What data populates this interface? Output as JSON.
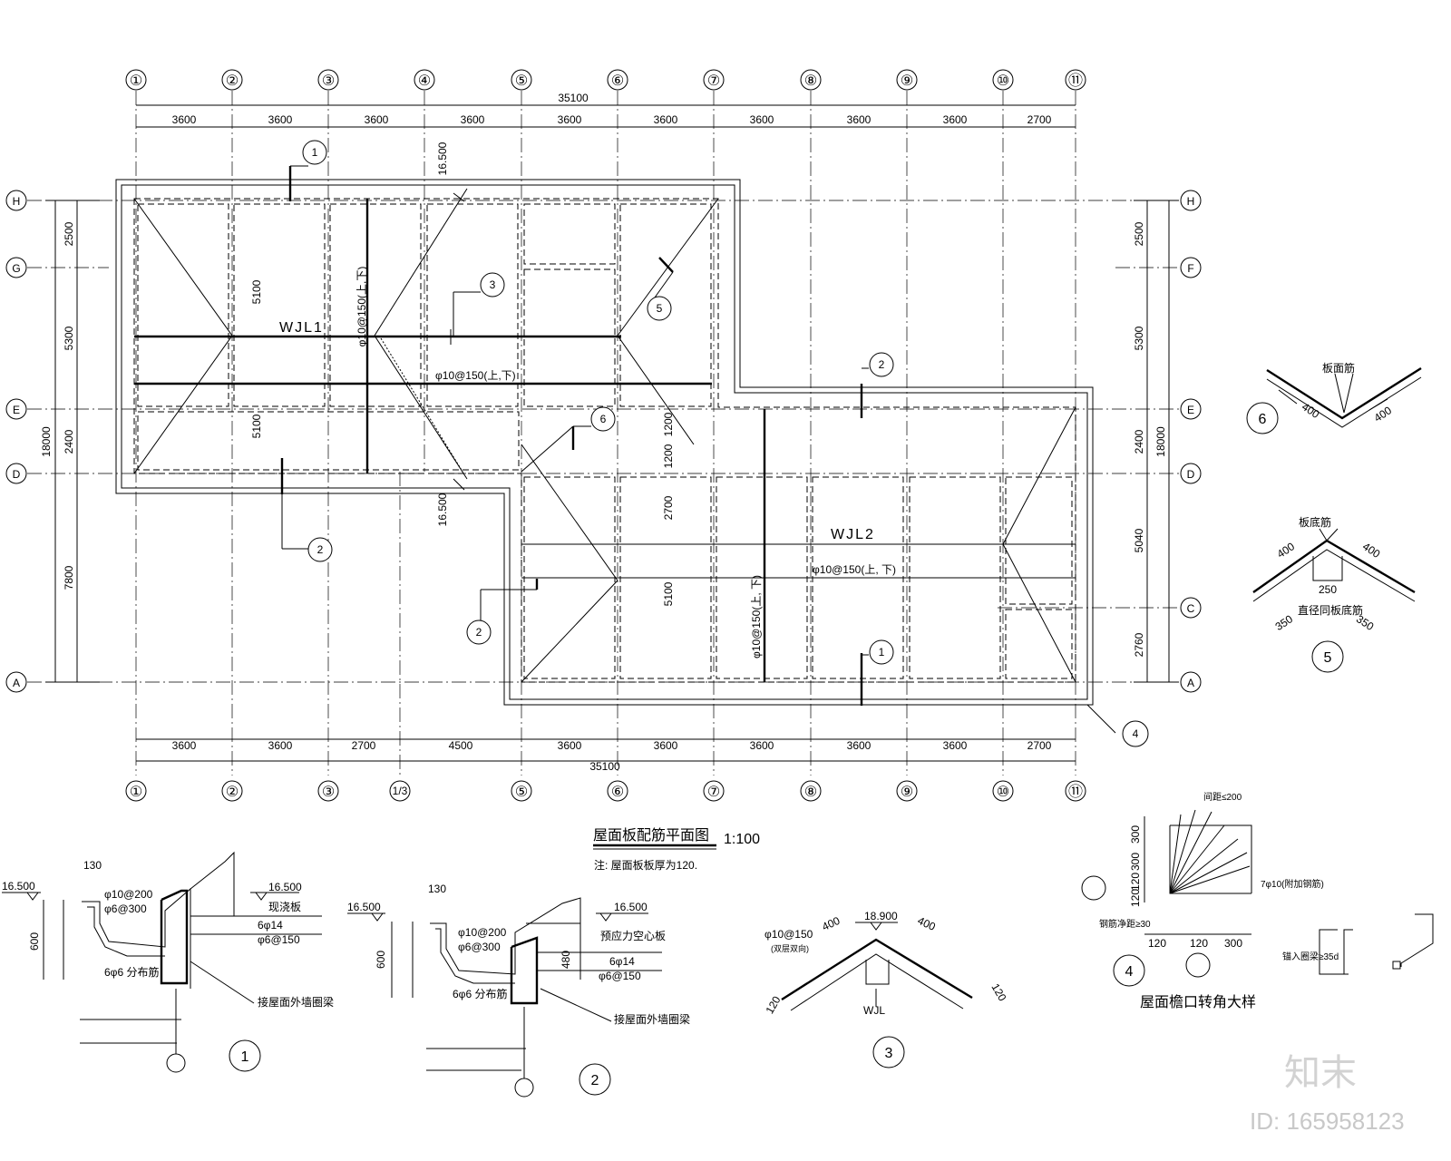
{
  "axes_top": [
    "①",
    "②",
    "③",
    "④",
    "⑤",
    "⑥",
    "⑦",
    "⑧",
    "⑨",
    "⑩",
    "⑪"
  ],
  "axes_bottom": [
    "①",
    "②",
    "③",
    "1/3",
    "⑤",
    "⑥",
    "⑦",
    "⑧",
    "⑨",
    "⑩",
    "⑪"
  ],
  "axes_left": [
    "H",
    "G",
    "E",
    "D",
    "A"
  ],
  "axes_right": [
    "H",
    "F",
    "E",
    "D",
    "C",
    "A"
  ],
  "dims_top": {
    "total": "35100",
    "segments": [
      "3600",
      "3600",
      "3600",
      "3600",
      "3600",
      "3600",
      "3600",
      "3600",
      "3600",
      "2700"
    ]
  },
  "dims_bottom": {
    "total": "35100",
    "segments": [
      "3600",
      "3600",
      "2700",
      "4500",
      "3600",
      "3600",
      "3600",
      "3600",
      "3600",
      "2700"
    ]
  },
  "dims_left": {
    "total": "18000",
    "segments": [
      "2500",
      "5300",
      "2400",
      "7800"
    ]
  },
  "dims_right": {
    "total": "18000",
    "segments": [
      "2500",
      "5300",
      "2400",
      "5040",
      "2760"
    ]
  },
  "plan_labels": {
    "wjl1": "WJL1",
    "wjl2": "WJL2",
    "rebar_v_left": "φ10@150(上,下)",
    "rebar_h_mid": "φ10@150(上,下)",
    "rebar_h_low": "φ10@150(上, 下)",
    "rebar_v_low": "φ10@150(上, 下)",
    "elev_top": "16.500",
    "elev_bottom": "16.500",
    "d5100a": "5100",
    "d5100b": "5100",
    "d1200a": "1200",
    "d1200b": "1200",
    "d2700": "2700",
    "d5100c": "5100",
    "c1": "1",
    "c2": "2",
    "c3": "3",
    "c5": "5",
    "c6": "6",
    "c2b": "2",
    "c2c": "2",
    "c1b": "1",
    "c4": "4"
  },
  "title": {
    "main": "屋面板配筋平面图",
    "scale": "1:100",
    "note": "注: 屋面板板厚为120."
  },
  "detail6": {
    "label": "板面筋",
    "d1": "400",
    "d2": "400",
    "num": "6"
  },
  "detail5": {
    "label": "板底筋",
    "d1": "400",
    "d2": "400",
    "d3": "250",
    "label2": "直径同板底筋",
    "d4": "350",
    "d5": "350",
    "num": "5"
  },
  "detail1": {
    "elev": "16.500",
    "elev2": "16.500",
    "w": "130",
    "r1": "φ10@200",
    "r2": "φ6@300",
    "r3": "6φ14",
    "r4": "φ6@150",
    "r5": "6φ6 分布筋",
    "n1": "现浇板",
    "n2": "接屋面外墙圈梁",
    "h": "600",
    "num": "1"
  },
  "detail2": {
    "elev": "16.500",
    "elev2": "16.500",
    "w": "130",
    "r1": "φ10@200",
    "r2": "φ6@300",
    "r3": "6φ14",
    "r4": "φ6@150",
    "r5": "6φ6 分布筋",
    "n1": "预应力空心板",
    "n2": "接屋面外墙圈梁",
    "h": "600",
    "h2": "480",
    "num": "2"
  },
  "detail3": {
    "elev": "18.900",
    "r1": "φ10@150",
    "r2": "(双层双向)",
    "d1": "400",
    "d2": "400",
    "d3": "120",
    "d4": "120",
    "beam": "WJL",
    "num": "3"
  },
  "detail4": {
    "n1": "间距≤200",
    "n2": "7φ10(附加钢筋)",
    "n3": "钢筋净距≥30",
    "d_v": [
      "300",
      "300",
      "120",
      "120"
    ],
    "d_h": [
      "120",
      "120",
      "300"
    ],
    "anchor": "锚入圈梁≥35d",
    "title": "屋面檐口转角大样",
    "num": "4"
  },
  "watermark": {
    "logo": "知末",
    "id": "ID: 165958123"
  }
}
